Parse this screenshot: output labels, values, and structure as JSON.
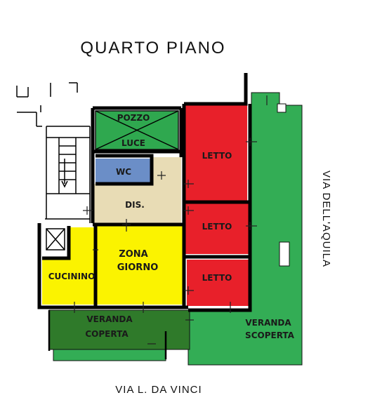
{
  "title": "QUARTO PIANO",
  "streets": {
    "bottom": "VIA L. DA VINCI",
    "right": "VIA DELL'AQUILA"
  },
  "rooms": {
    "pozzo_line1": "POZZO",
    "pozzo_line2": "LUCE",
    "wc": "WC",
    "dis": "DIS.",
    "letto_1": "LETTO",
    "letto_2": "LETTO",
    "letto_3": "LETTO",
    "zona_line1": "ZONA",
    "zona_line2": "GIORNO",
    "cucinino": "CUCININO",
    "veranda_coperta_line1": "VERANDA",
    "veranda_coperta_line2": "COPERTA",
    "veranda_scoperta_line1": "VERANDA",
    "veranda_scoperta_line2": "SCOPERTA"
  },
  "colors": {
    "bedroom": "#e8202a",
    "living": "#fbf300",
    "corridor": "#e8dcb5",
    "wc": "#6b8ec7",
    "light_well": "#2fa84f",
    "open_veranda": "#33ad55",
    "covered_veranda": "#2f7a2a"
  }
}
